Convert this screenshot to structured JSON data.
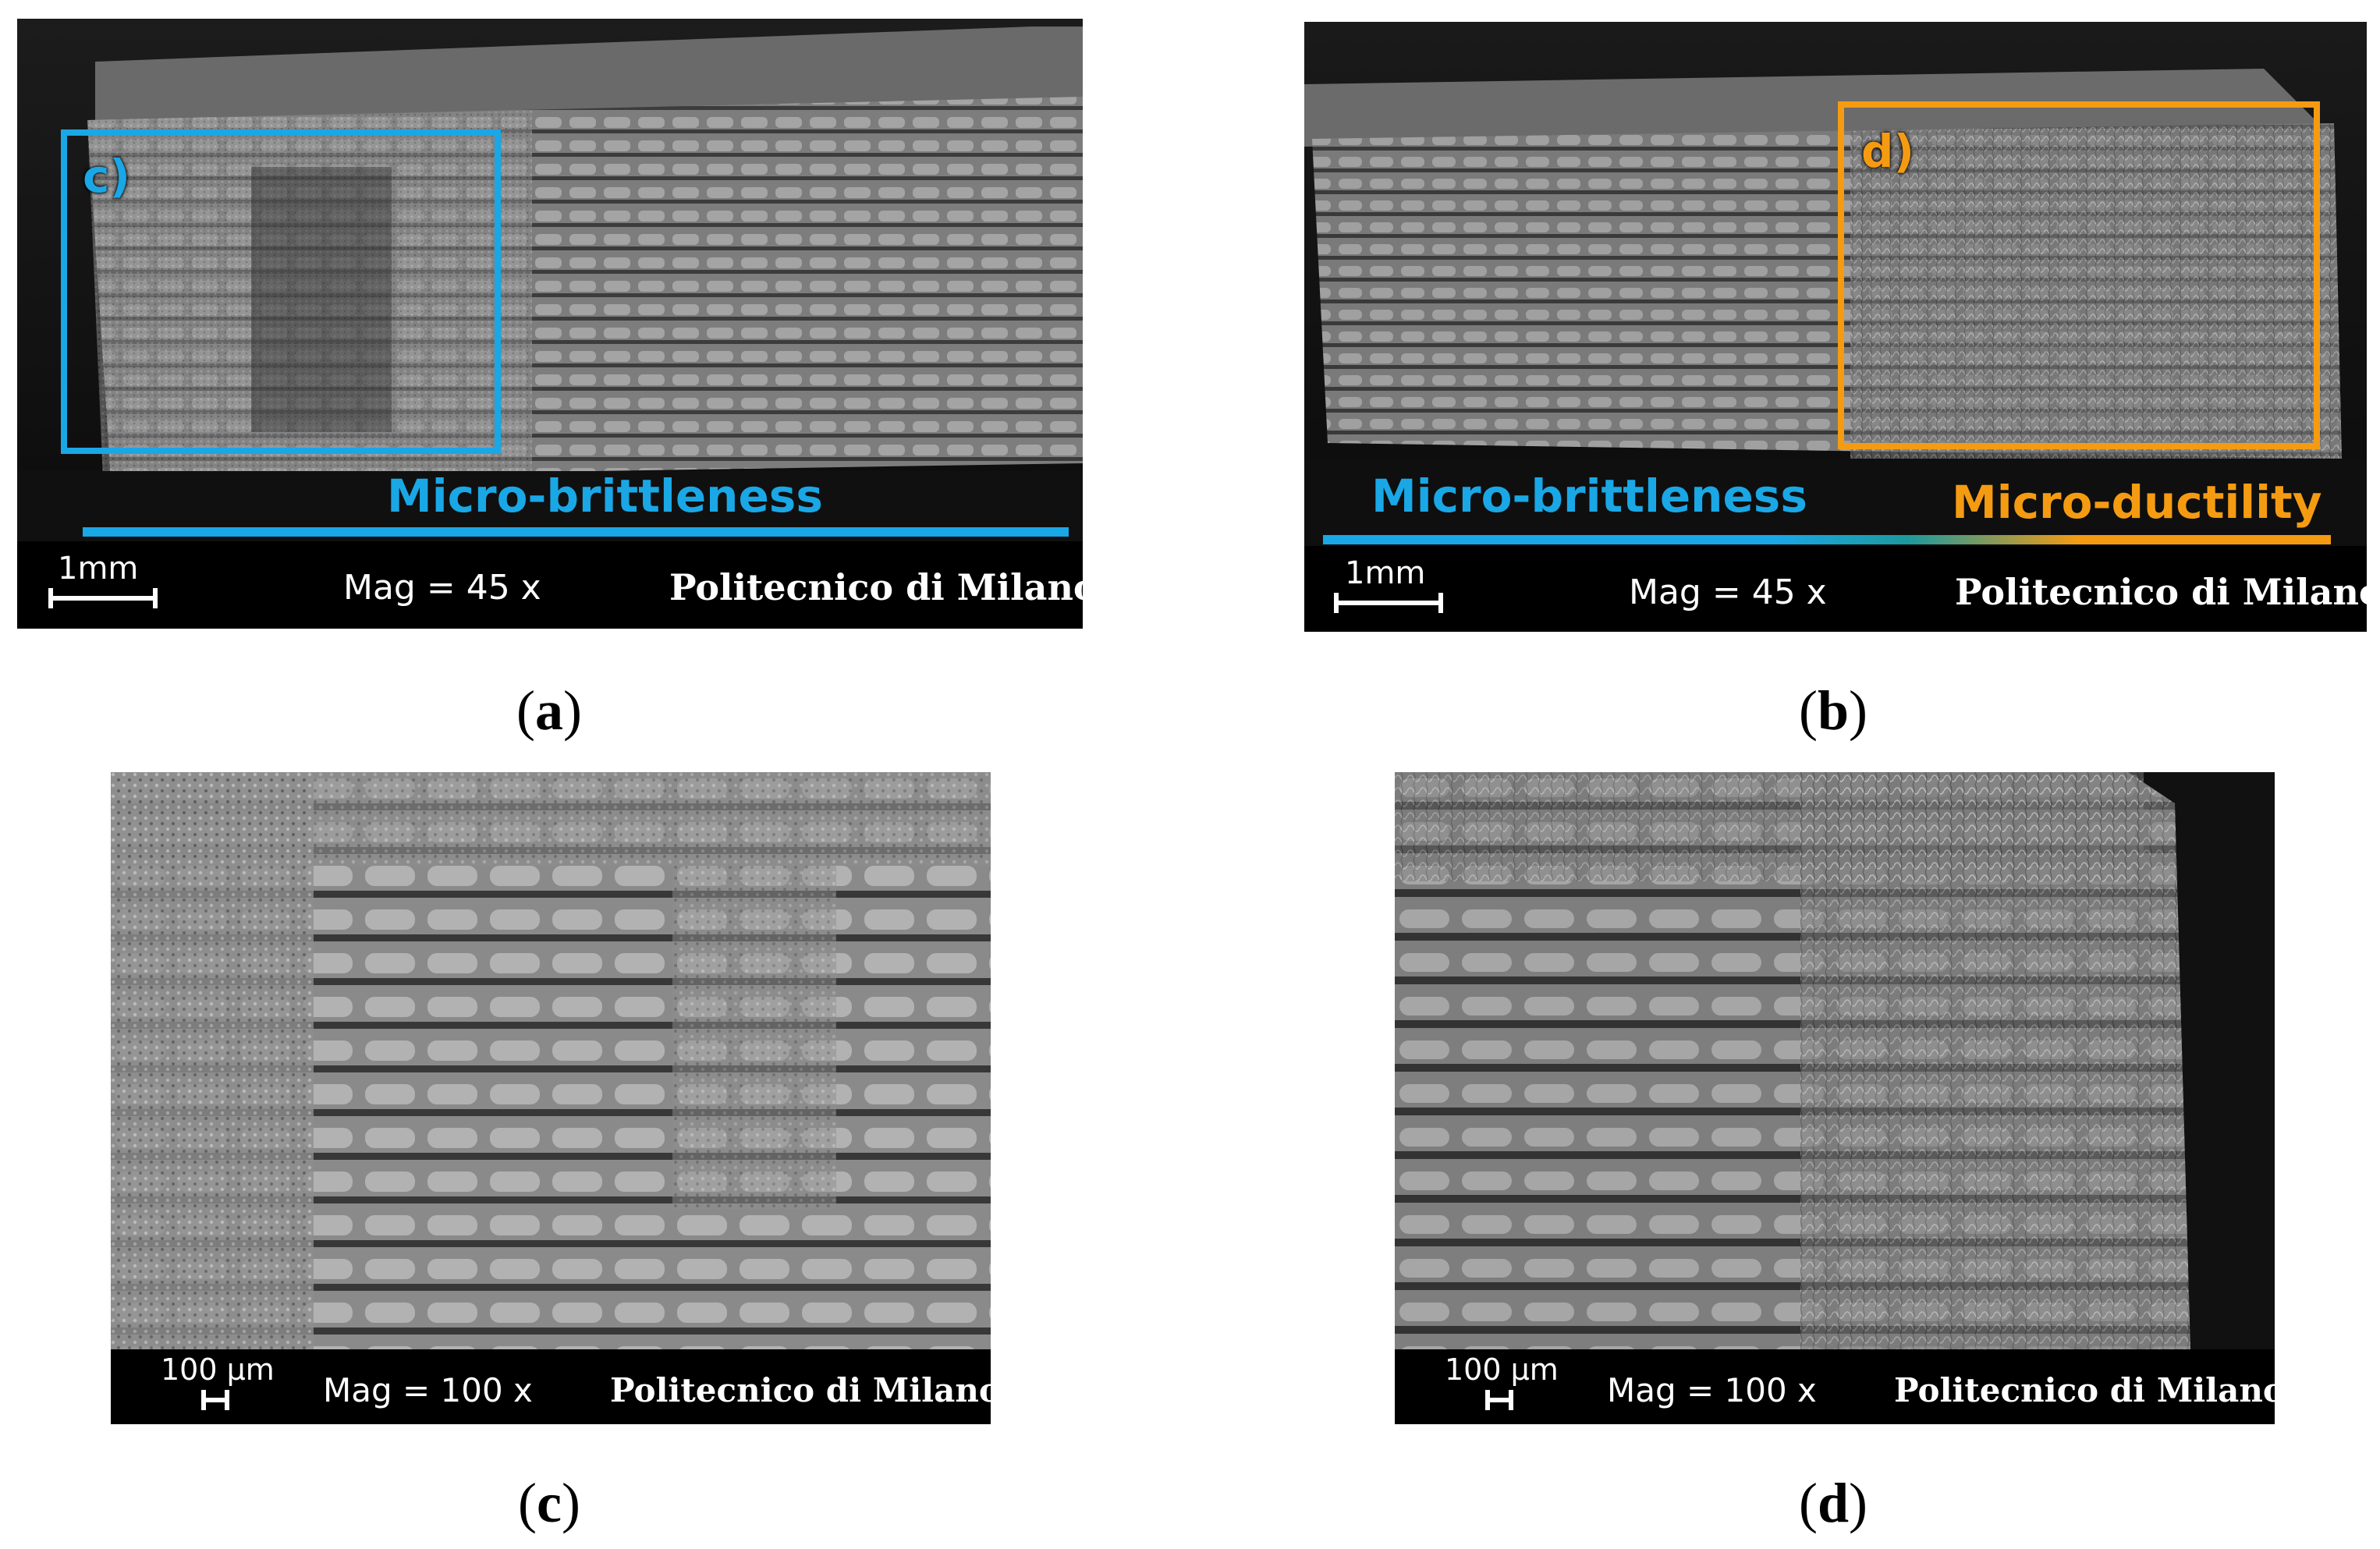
{
  "colors": {
    "brittle": "#1aa7e6",
    "ductile": "#f59b12",
    "databar_bg": "#000000",
    "databar_text": "#ffffff"
  },
  "panels": [
    {
      "id": "a",
      "caption_paren_open": "(",
      "caption_letter": "a",
      "caption_paren_close": ")",
      "scale_label": "1mm",
      "mag_text": "Mag =  45 x",
      "institution": "Politecnico di Milano",
      "region_label": "c)",
      "zone_labels": [
        "Micro-brittleness"
      ]
    },
    {
      "id": "b",
      "caption_paren_open": "(",
      "caption_letter": "b",
      "caption_paren_close": ")",
      "scale_label": "1mm",
      "mag_text": "Mag =  45 x",
      "institution": "Politecnico di Milano",
      "region_label": "d)",
      "zone_labels": [
        "Micro-brittleness",
        "Micro-ductility"
      ]
    },
    {
      "id": "c",
      "caption_paren_open": "(",
      "caption_letter": "c",
      "caption_paren_close": ")",
      "scale_label": "100 µm",
      "mag_text": "Mag =  100 x",
      "institution": "Politecnico di Milano"
    },
    {
      "id": "d",
      "caption_paren_open": "(",
      "caption_letter": "d",
      "caption_paren_close": ")",
      "scale_label": "100 µm",
      "mag_text": "Mag =  100 x",
      "institution": "Politecnico di Milano"
    }
  ]
}
